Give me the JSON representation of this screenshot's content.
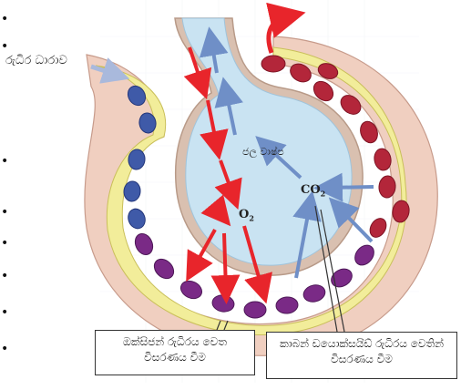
{
  "labels": {
    "blood_flow": "රුධිර ධාරාව",
    "water_vapour": "ජල වාෂ්ප",
    "o2": "O",
    "o2_sub": "2",
    "co2": "CO",
    "co2_sub": "2"
  },
  "boxes": {
    "oxygen_diffusion": "ඔක්සිජන් රුධිරය වෙත විසරණය වීම",
    "co2_diffusion": "කාබන් ඩයොක්සයිඩ් රුධිරය වෙතින් විසරණය වීම"
  },
  "bullets": [
    "•",
    "•",
    "•",
    "•",
    "•",
    "•",
    "•",
    "•"
  ],
  "colors": {
    "alveolus_fill": "#c9e3f2",
    "plasma_yellow": "#f2ed9a",
    "membrane_pink": "#f0cfc0",
    "red_cell": "#b3263a",
    "purple_cell": "#7a2a86",
    "blue_cell": "#3f5aa8",
    "red_arrow": "#e8252b",
    "blue_arrow": "#6f8fc7"
  }
}
